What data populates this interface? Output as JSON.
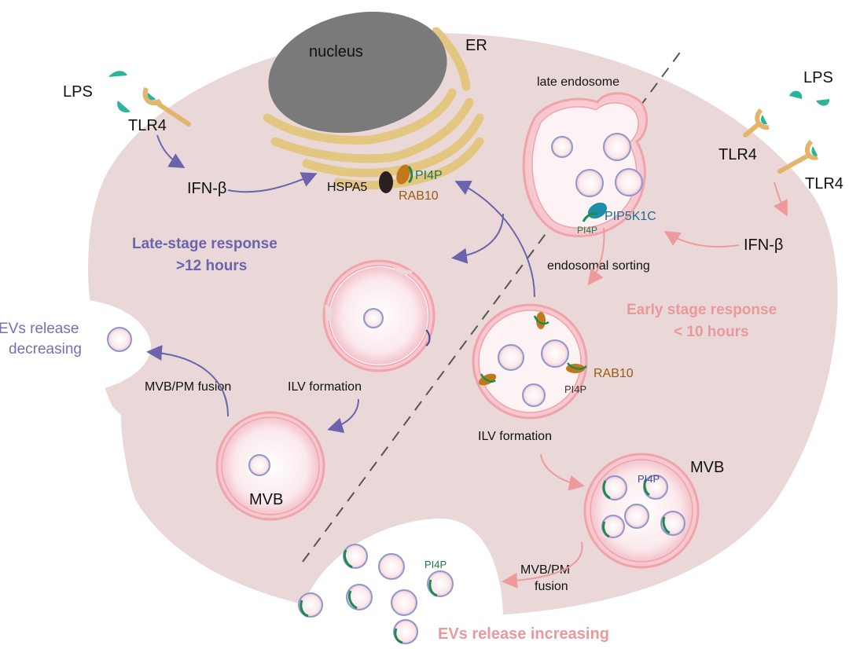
{
  "colors": {
    "cell_fill": "#ead8d8",
    "cell_stroke": "#ffffff",
    "membrane_pink": "#f0a3a8",
    "vesicle_blue": "#8d98cf",
    "late_arrow": "#6b63ad",
    "early_arrow": "#ee9a9d",
    "er_tan": "#e3c67f",
    "nucleus_gray": "#7a7a7a",
    "lps_teal": "#2bb39c",
    "rab10_brown": "#c07a1a"
  },
  "labels": {
    "nucleus": "nucleus",
    "er": "ER",
    "lps_left": "LPS",
    "tlr4_left": "TLR4",
    "ifn_left": "IFN-β",
    "hspa5": "HSPA5",
    "pi4p_er": "PI4P",
    "rab10_er": "RAB10",
    "late_stage_line1": "Late-stage response",
    "late_stage_line2": ">12 hours",
    "evs_release_dec_line1": "EVs release",
    "evs_release_dec_line2": "decreasing",
    "mvb_pm_fusion_left": "MVB/PM fusion",
    "ilv_formation_left": "ILV formation",
    "mvb_left": "MVB",
    "late_endosome": "late endosome",
    "lps_right": "LPS",
    "tlr4_right_1": "TLR4",
    "tlr4_right_2": "TLR4",
    "ifn_right": "IFN-β",
    "pip5k1c": "PIP5K1C",
    "pi4p_endosome": "PI4P",
    "endosomal_sorting": "endosomal sorting",
    "early_stage_line1": "Early stage response",
    "early_stage_line2": "< 10 hours",
    "rab10_right": "RAB10",
    "pi4p_right": "PI4P",
    "ilv_formation_right": "ILV formation",
    "mvb_right": "MVB",
    "pi4p_mvb": "PI4P",
    "mvb_pm_fusion_right_line1": "MVB/PM",
    "mvb_pm_fusion_right_line2": "fusion",
    "pi4p_evs": "PI4P",
    "evs_release_inc": "EVs release increasing"
  }
}
